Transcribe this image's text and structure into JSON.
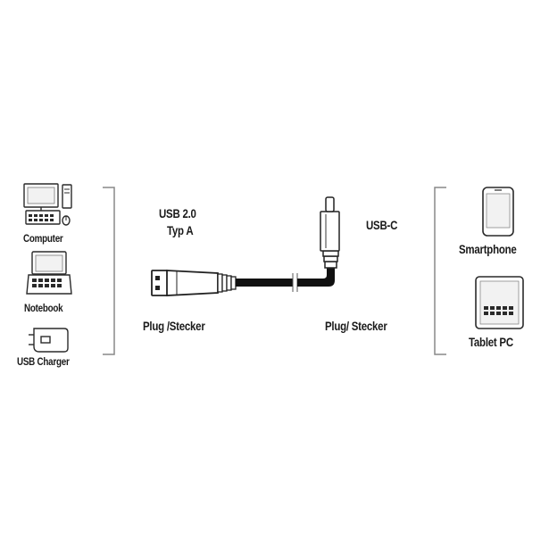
{
  "devices_left": {
    "computer": "Computer",
    "notebook": "Notebook",
    "charger": "USB Charger"
  },
  "plug_a": {
    "line1": "USB 2.0",
    "line2": "Typ A",
    "caption": "Plug /Stecker"
  },
  "plug_c": {
    "name": "USB-C",
    "caption": "Plug/ Stecker"
  },
  "devices_right": {
    "smartphone": "Smartphone",
    "tablet": "Tablet PC"
  }
}
